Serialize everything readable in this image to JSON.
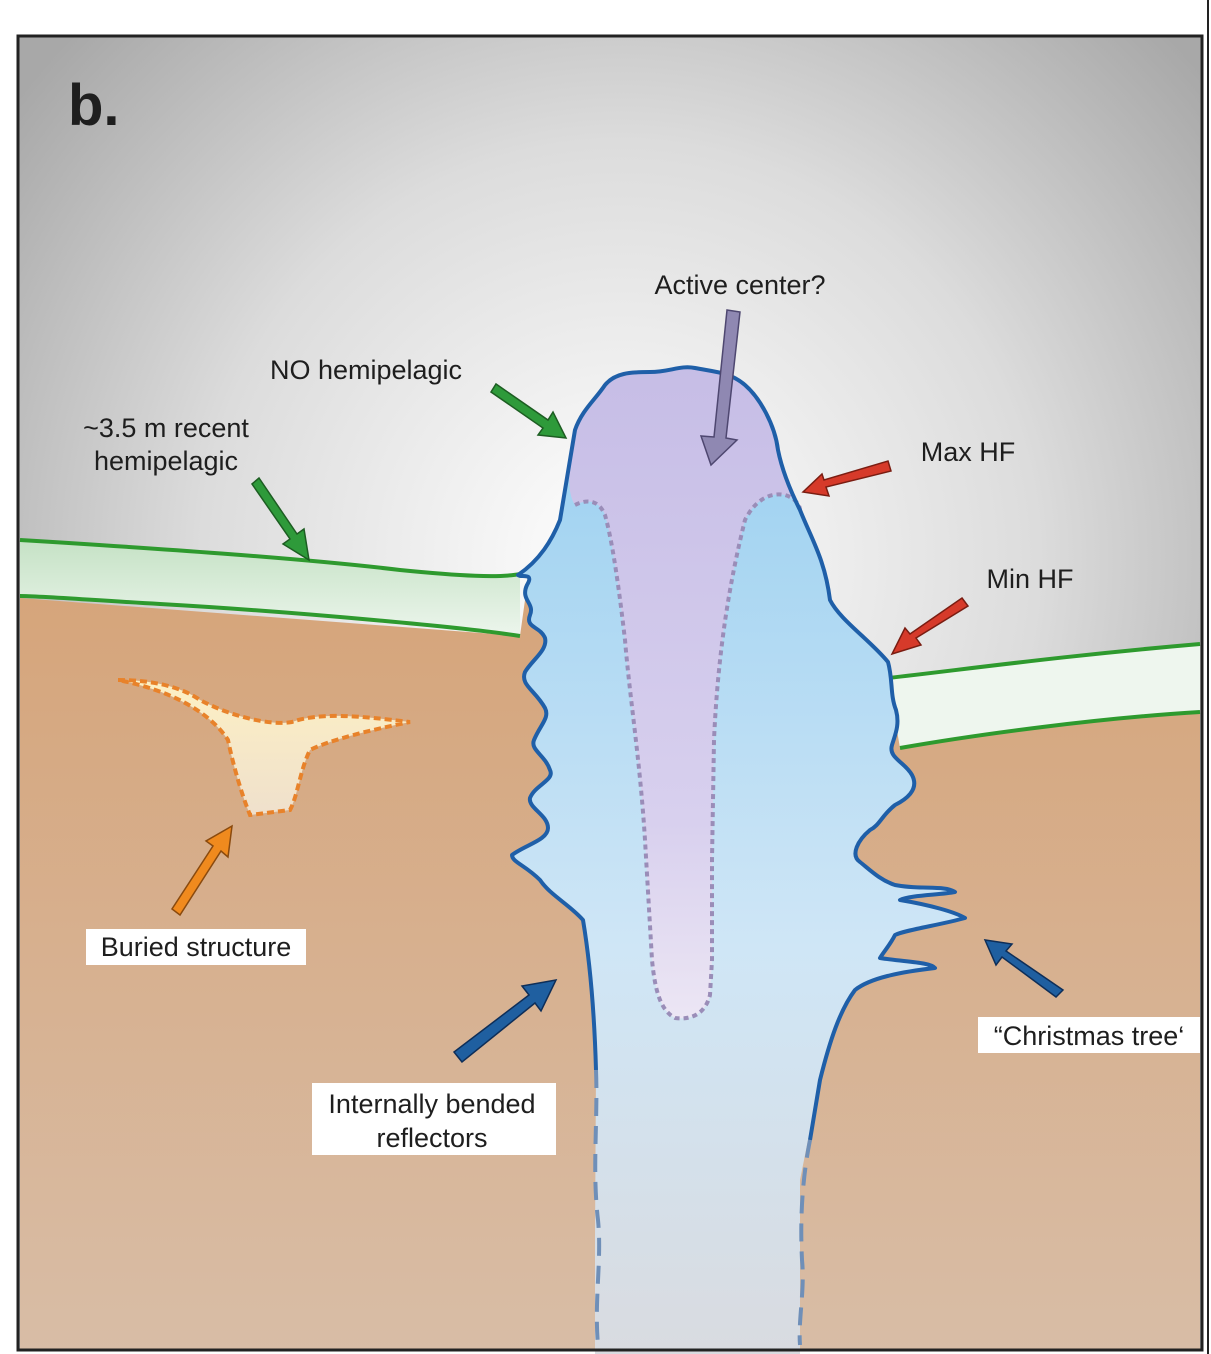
{
  "panel_label": "b.",
  "labels": {
    "active_center": "Active center?",
    "no_hemipelagic": "NO hemipelagic",
    "recent_hemipelagic_line1": "~3.5 m recent",
    "recent_hemipelagic_line2": "hemipelagic",
    "max_hf": "Max HF",
    "min_hf": "Min HF",
    "buried_structure": "Buried structure",
    "internally_bended_line1": "Internally bended",
    "internally_bended_line2": "reflectors",
    "christmas_tree": "“Christmas tree‘"
  },
  "colors": {
    "sediment": "#d4a882",
    "hemipelagic_layer": "#cfe6cf",
    "hemipelagic_outline": "#2e9a2e",
    "chimney_fill": "#b6dcf3",
    "chimney_outline": "#1f5fa8",
    "active_core": "#c9c0e4",
    "buried_fill": "#fbe9b8",
    "buried_outline": "#e8822a",
    "arrow_green": "#2e9a3a",
    "arrow_red": "#d63a2a",
    "arrow_blue": "#1f5fa0",
    "arrow_orange": "#f08a1e",
    "arrow_purple": "#8f88b2"
  }
}
